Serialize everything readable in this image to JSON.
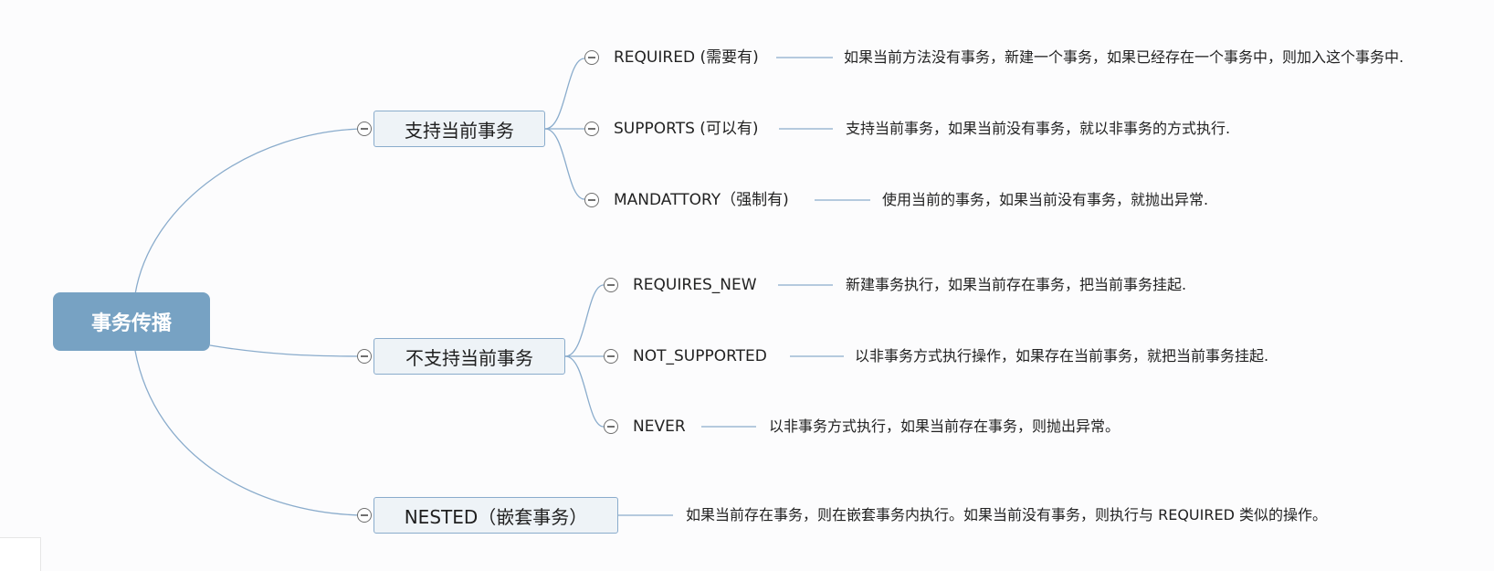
{
  "mindmap": {
    "root": "事务传播",
    "branches": [
      {
        "label": "支持当前事务",
        "children": [
          {
            "label": "REQUIRED (需要有)",
            "desc": "如果当前方法没有事务，新建一个事务，如果已经存在一个事务中，则加入这个事务中."
          },
          {
            "label": "SUPPORTS (可以有)",
            "desc": "支持当前事务，如果当前没有事务，就以非事务的方式执行."
          },
          {
            "label": "MANDATTORY（强制有)",
            "desc": "使用当前的事务，如果当前没有事务，就抛出异常."
          }
        ]
      },
      {
        "label": "不支持当前事务",
        "children": [
          {
            "label": "REQUIRES_NEW",
            "desc": "新建事务执行，如果当前存在事务，把当前事务挂起."
          },
          {
            "label": "NOT_SUPPORTED",
            "desc": "以非事务方式执行操作，如果存在当前事务，就把当前事务挂起."
          },
          {
            "label": "NEVER",
            "desc": "以非事务方式执行，如果当前存在事务，则抛出异常。"
          }
        ]
      },
      {
        "label": "NESTED（嵌套事务）",
        "desc": "如果当前存在事务，则在嵌套事务内执行。如果当前没有事务，则执行与 REQUIRED 类似的操作。"
      }
    ]
  },
  "colors": {
    "root_fill": "#77a2c3",
    "branch_fill": "#eef3f7",
    "branch_border": "#8aaccc",
    "connector": "#8aaccc"
  }
}
